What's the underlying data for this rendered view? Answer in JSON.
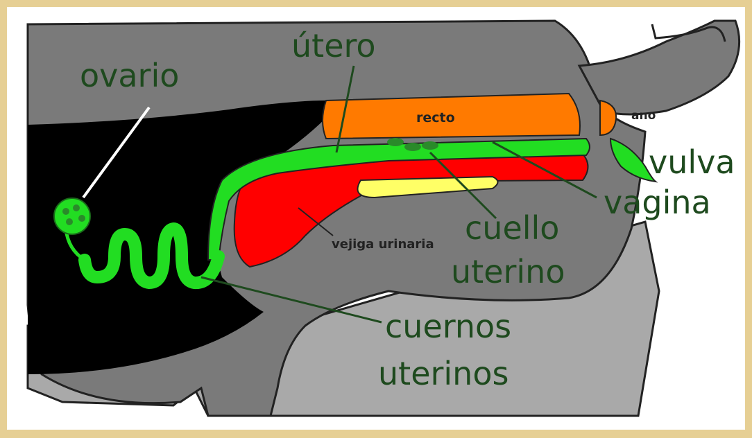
{
  "labels": {
    "ovario": "ovario",
    "utero": "útero",
    "recto": "recto",
    "ano": "ano",
    "vulva": "vulva",
    "vagina": "vagina",
    "cuello_line1": "cuello",
    "cuello_line2": "uterino",
    "vejiga": "vejiga urinaria",
    "cuernos_line1": "cuernos",
    "cuernos_line2": "uterinos"
  },
  "colors": {
    "frame": "#e6cf94",
    "body": "#7a7a7a",
    "body_light": "#a9a9a9",
    "cavity": "#000000",
    "reproductive": "#22dd22",
    "rectum": "#ff7a00",
    "bladder": "#ff0000",
    "yellow": "#ffff66",
    "label_text": "#1e4a1e"
  }
}
